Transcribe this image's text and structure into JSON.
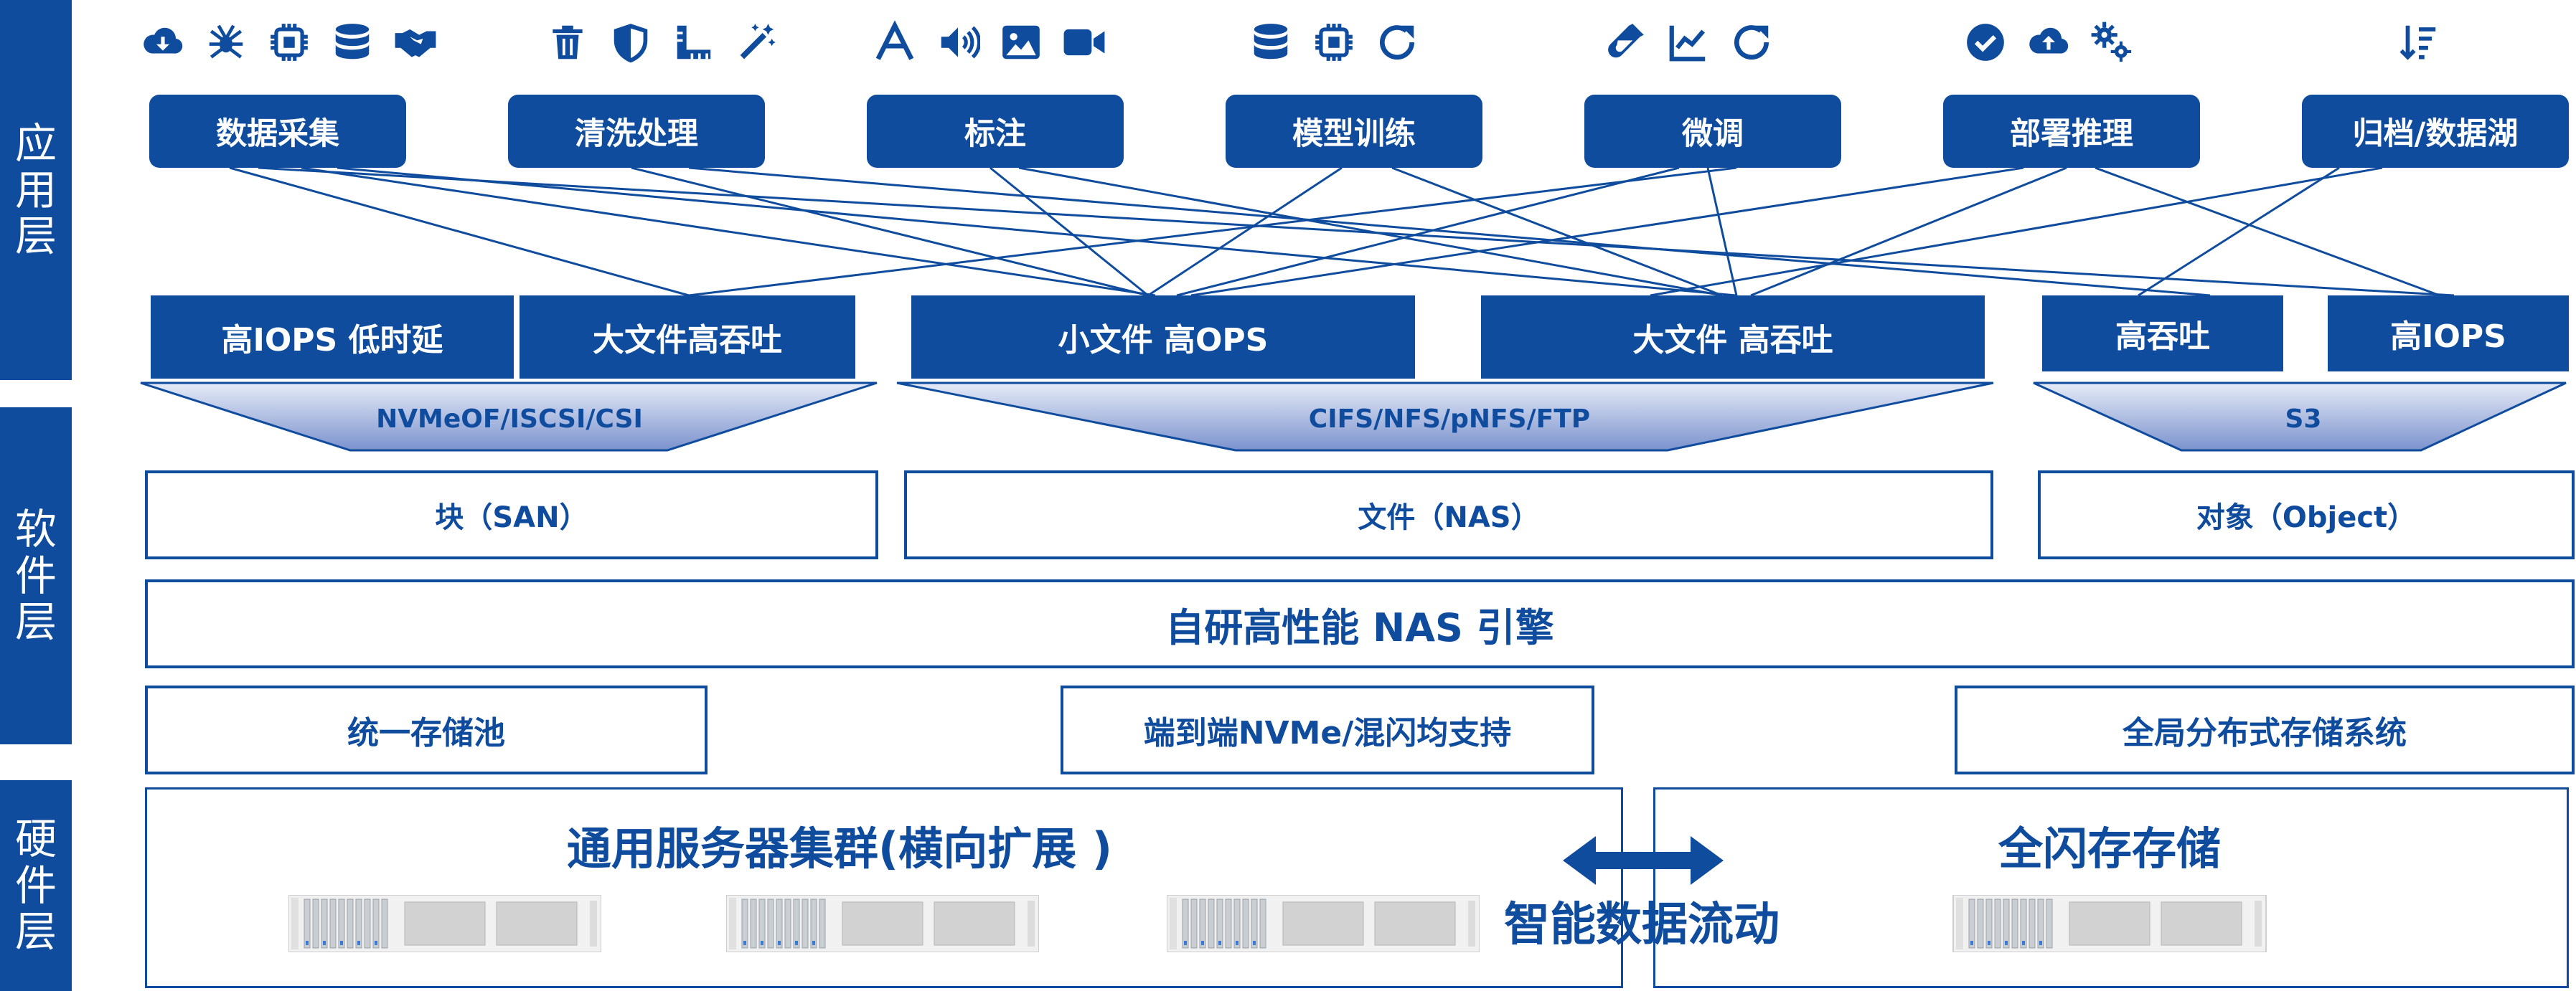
{
  "layers": {
    "app": [
      "应",
      "用",
      "层"
    ],
    "software": [
      "软",
      "件",
      "层"
    ],
    "hardware": [
      "硬",
      "件",
      "层"
    ]
  },
  "icon_groups": [
    [
      "download-cloud-icon",
      "spider-icon",
      "chip-icon",
      "database-icon",
      "handshake-icon"
    ],
    [
      "trash-icon",
      "shield-icon",
      "ruler-icon",
      "magic-wand-icon"
    ],
    [
      "font-a-icon",
      "speaker-icon",
      "image-icon",
      "video-icon"
    ],
    [
      "database-icon",
      "chip-icon",
      "refresh-icon"
    ],
    [
      "test-tube-icon",
      "line-chart-icon",
      "refresh-icon"
    ],
    [
      "check-circle-icon",
      "upload-cloud-icon",
      "gears-icon"
    ],
    [
      "sort-desc-icon"
    ]
  ],
  "app_layer": {
    "items": [
      "数据采集",
      "清洗处理",
      "标注",
      "模型训练",
      "微调",
      "部署推理",
      "归档/数据湖"
    ]
  },
  "perf_layer": {
    "items": [
      "高IOPS 低时延",
      "大文件高吞吐",
      "小文件 高OPS",
      "大文件 高吞吐",
      "高吞吐",
      "高IOPS"
    ]
  },
  "protocols": {
    "block": "NVMeOF/ISCSI/CSI",
    "file": "CIFS/NFS/pNFS/FTP",
    "object": "S3"
  },
  "storage_types": {
    "san": "块（SAN）",
    "nas": "文件（NAS）",
    "object": "对象（Object）"
  },
  "engine": "自研高性能 NAS 引擎",
  "features": {
    "pool": "统一存储池",
    "nvme": "端到端NVMe/混闪均支持",
    "distributed": "全局分布式存储系统"
  },
  "hardware": {
    "cluster_title": "通用服务器集群(横向扩展 )",
    "flash_title": "全闪存存储",
    "flow_label": "智能数据流动"
  },
  "colors": {
    "primary": "#0f4c9e",
    "proto_fill_light": "#e4e9f6",
    "proto_fill_dark": "#7f95cf"
  }
}
